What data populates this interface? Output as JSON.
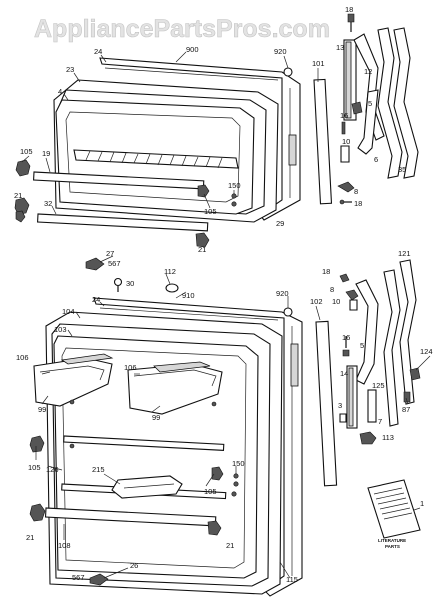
{
  "watermark": "AppliancePartsPros.com",
  "booklet": {
    "title_line1": "LITERATURE",
    "title_line2": "PARTS"
  },
  "labels": {
    "l18a": "18",
    "l900": "900",
    "l920a": "920",
    "l24a": "24",
    "l23": "23",
    "l4": "4",
    "l101": "101",
    "l13": "13",
    "l12": "12",
    "l5a": "5",
    "l16a": "16",
    "l10a": "10",
    "l6": "6",
    "l35": "35",
    "l8a": "8",
    "l18b": "18",
    "l105a": "105",
    "l19": "19",
    "l150a": "150",
    "l105b": "105",
    "l29": "29",
    "l21a": "21",
    "l32": "32",
    "l21b": "21",
    "l27": "27",
    "l567a": "567",
    "l30": "30",
    "l112": "112",
    "l121": "121",
    "l18c": "18",
    "l8b": "8",
    "l10b": "10",
    "l910": "910",
    "l920b": "920",
    "l24b": "24",
    "l104": "104",
    "l103": "103",
    "l102": "102",
    "l16b": "16",
    "l5b": "5",
    "l124": "124",
    "l106a": "106",
    "l106b": "106",
    "l14": "14",
    "l125": "125",
    "l87": "87",
    "l99a": "99",
    "l99b": "99",
    "l3": "3",
    "l7": "7",
    "l113": "113",
    "l105c": "105",
    "l126": "126",
    "l215": "215",
    "l150b": "150",
    "l105d": "105",
    "l1": "1",
    "l21c": "21",
    "l108": "108",
    "l21d": "21",
    "l115": "115",
    "l26": "26",
    "l567b": "567"
  }
}
